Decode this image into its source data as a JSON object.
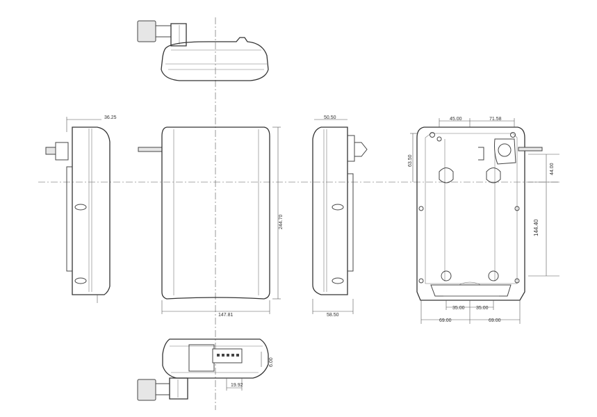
{
  "dimensions": {
    "side_left_offset": "36.25",
    "front_height": "244.70",
    "front_width": "147.81",
    "side_right_top": "50.50",
    "side_right_bottom": "58.50",
    "back_top_left": "45.00",
    "back_top_right": "71.58",
    "back_left_vertical": "63.50",
    "back_right_upper": "44.00",
    "back_right_lower": "144.40",
    "back_bottom_inner_left": "35.00",
    "back_bottom_inner_right": "35.00",
    "back_bottom_outer_left": "69.00",
    "back_bottom_outer_right": "69.00",
    "bottom_connector_width": "19.92",
    "bottom_connector_depth": "6.00"
  },
  "colors": {
    "line": "#444444",
    "fill": "#e6e6e6",
    "background": "#ffffff"
  }
}
